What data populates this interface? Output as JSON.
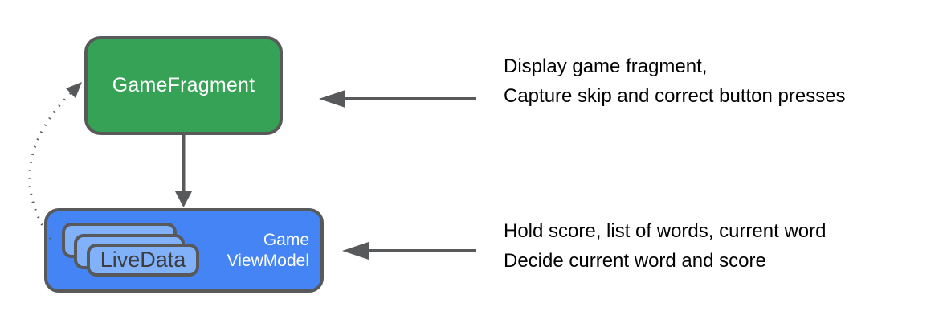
{
  "colors": {
    "background": "#ffffff",
    "border_gray": "#58595B",
    "arrow_gray": "#58595B",
    "green_fill": "#35A256",
    "blue_fill": "#4584F4",
    "light_blue_fill": "#81B2F9",
    "node_text": "#ffffff",
    "card_text": "#3D3D3D",
    "note_text": "#000000"
  },
  "nodes": {
    "game_fragment": {
      "label": "GameFragment"
    },
    "game_viewmodel": {
      "lines": [
        "Game",
        "ViewModel"
      ]
    },
    "livedata_card": {
      "label": "LiveData"
    }
  },
  "annotations": {
    "fragment_note": {
      "lines": [
        "Display game fragment,",
        "Capture skip and correct button presses"
      ]
    },
    "viewmodel_note": {
      "lines": [
        "Hold score, list of words, current word",
        "Decide current word and score"
      ]
    }
  }
}
